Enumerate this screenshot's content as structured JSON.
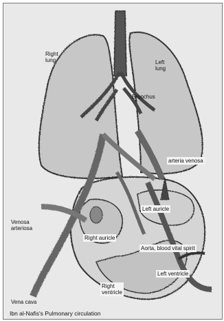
{
  "labels": {
    "right_lung": "Right\nlung",
    "left_lung": "Left\nlung",
    "bronchus": "Bronchus",
    "arteria_venosa": "arteria venosa",
    "left_auricle": "Left auricle",
    "venosa_arteriosa": "Venosa\narteriosa",
    "right_auricle": "Right auricle",
    "aorta": "Aorta, blood vital spirit",
    "left_ventricle": "Left ventricle",
    "right_ventricle": "Right\nventricle",
    "vena_cava": "Vena cava",
    "caption": "Ibn al-Nafis's Pulmonary circulation"
  },
  "colors": {
    "background": "#e9e9e9",
    "ink": "#333333",
    "tissue": "#a9a9a9"
  }
}
